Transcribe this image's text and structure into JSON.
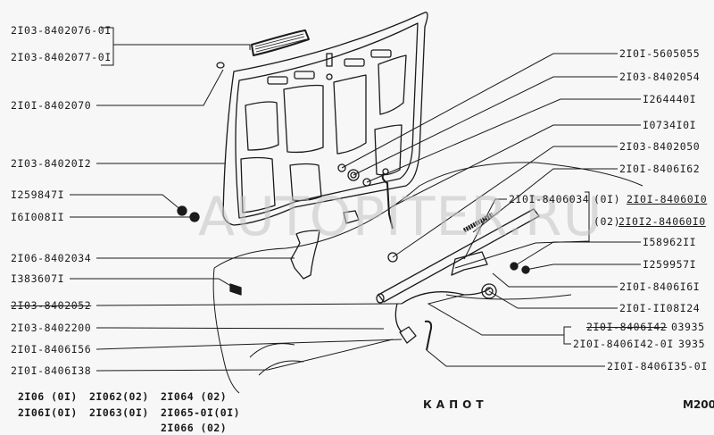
{
  "watermark": "AUTOPITER.RU",
  "title": "КАПОТ",
  "sheet_code": "M200",
  "left_labels": [
    {
      "id": "grille-1",
      "text": "2I03-8402076-0I"
    },
    {
      "id": "grille-2",
      "text": "2I03-8402077-0I"
    },
    {
      "id": "plug",
      "text": "2I0I-8402070"
    },
    {
      "id": "hood-panel",
      "text": "2I03-84020I2"
    },
    {
      "id": "nut-1",
      "text": "I259847I"
    },
    {
      "id": "washer-1",
      "text": "I6I008II"
    },
    {
      "id": "hinge",
      "text": "2I06-8402034"
    },
    {
      "id": "bolt",
      "text": "I383607I"
    },
    {
      "id": "bracket-struck",
      "text": "2I03-8402052",
      "struck": true
    },
    {
      "id": "support",
      "text": "2I03-8402200"
    },
    {
      "id": "cable-clamp",
      "text": "2I0I-8406I56"
    },
    {
      "id": "handle",
      "text": "2I0I-8406I38"
    }
  ],
  "right_labels": [
    {
      "id": "seal",
      "text": "2I0I-5605055"
    },
    {
      "id": "buffer",
      "text": "2I03-8402054"
    },
    {
      "id": "washer-2",
      "text": "I264440I"
    },
    {
      "id": "pin",
      "text": "I0734I0I"
    },
    {
      "id": "stay",
      "text": "2I03-8402050"
    },
    {
      "id": "spring",
      "text": "2I0I-8406I62"
    },
    {
      "id": "lock",
      "text": "2I0I-8406034"
    },
    {
      "id": "lock-opt-1-code",
      "text": "(0I)"
    },
    {
      "id": "lock-opt-1",
      "text": "2I0I-84060I0"
    },
    {
      "id": "lock-opt-2-code",
      "text": "(02)"
    },
    {
      "id": "lock-opt-2",
      "text": "2I0I2-84060I0"
    },
    {
      "id": "nut-2",
      "text": "I58962II"
    },
    {
      "id": "nut-3",
      "text": "I259957I"
    },
    {
      "id": "rod",
      "text": "2I0I-8406I6I"
    },
    {
      "id": "grommet",
      "text": "2I0I-II08I24"
    },
    {
      "id": "cable-struck",
      "text": "2I0I-8406I42",
      "struck": true
    },
    {
      "id": "cable-struck-qty",
      "text": "03935"
    },
    {
      "id": "cable",
      "text": "2I0I-8406I42-0I"
    },
    {
      "id": "cable-qty",
      "text": "3935"
    },
    {
      "id": "lever",
      "text": "2I0I-8406I35-0I"
    }
  ],
  "applicability": [
    [
      "2I06 (0I)",
      "2I062(02)",
      "2I064    (02)"
    ],
    [
      "2I06I(0I)",
      "2I063(0I)",
      "2I065-0I(0I)"
    ],
    [
      "",
      "",
      "2I066    (02)"
    ]
  ],
  "colors": {
    "ink": "#1a1a1a",
    "paper": "#f7f7f7",
    "watermark": "#bdbdbd"
  }
}
